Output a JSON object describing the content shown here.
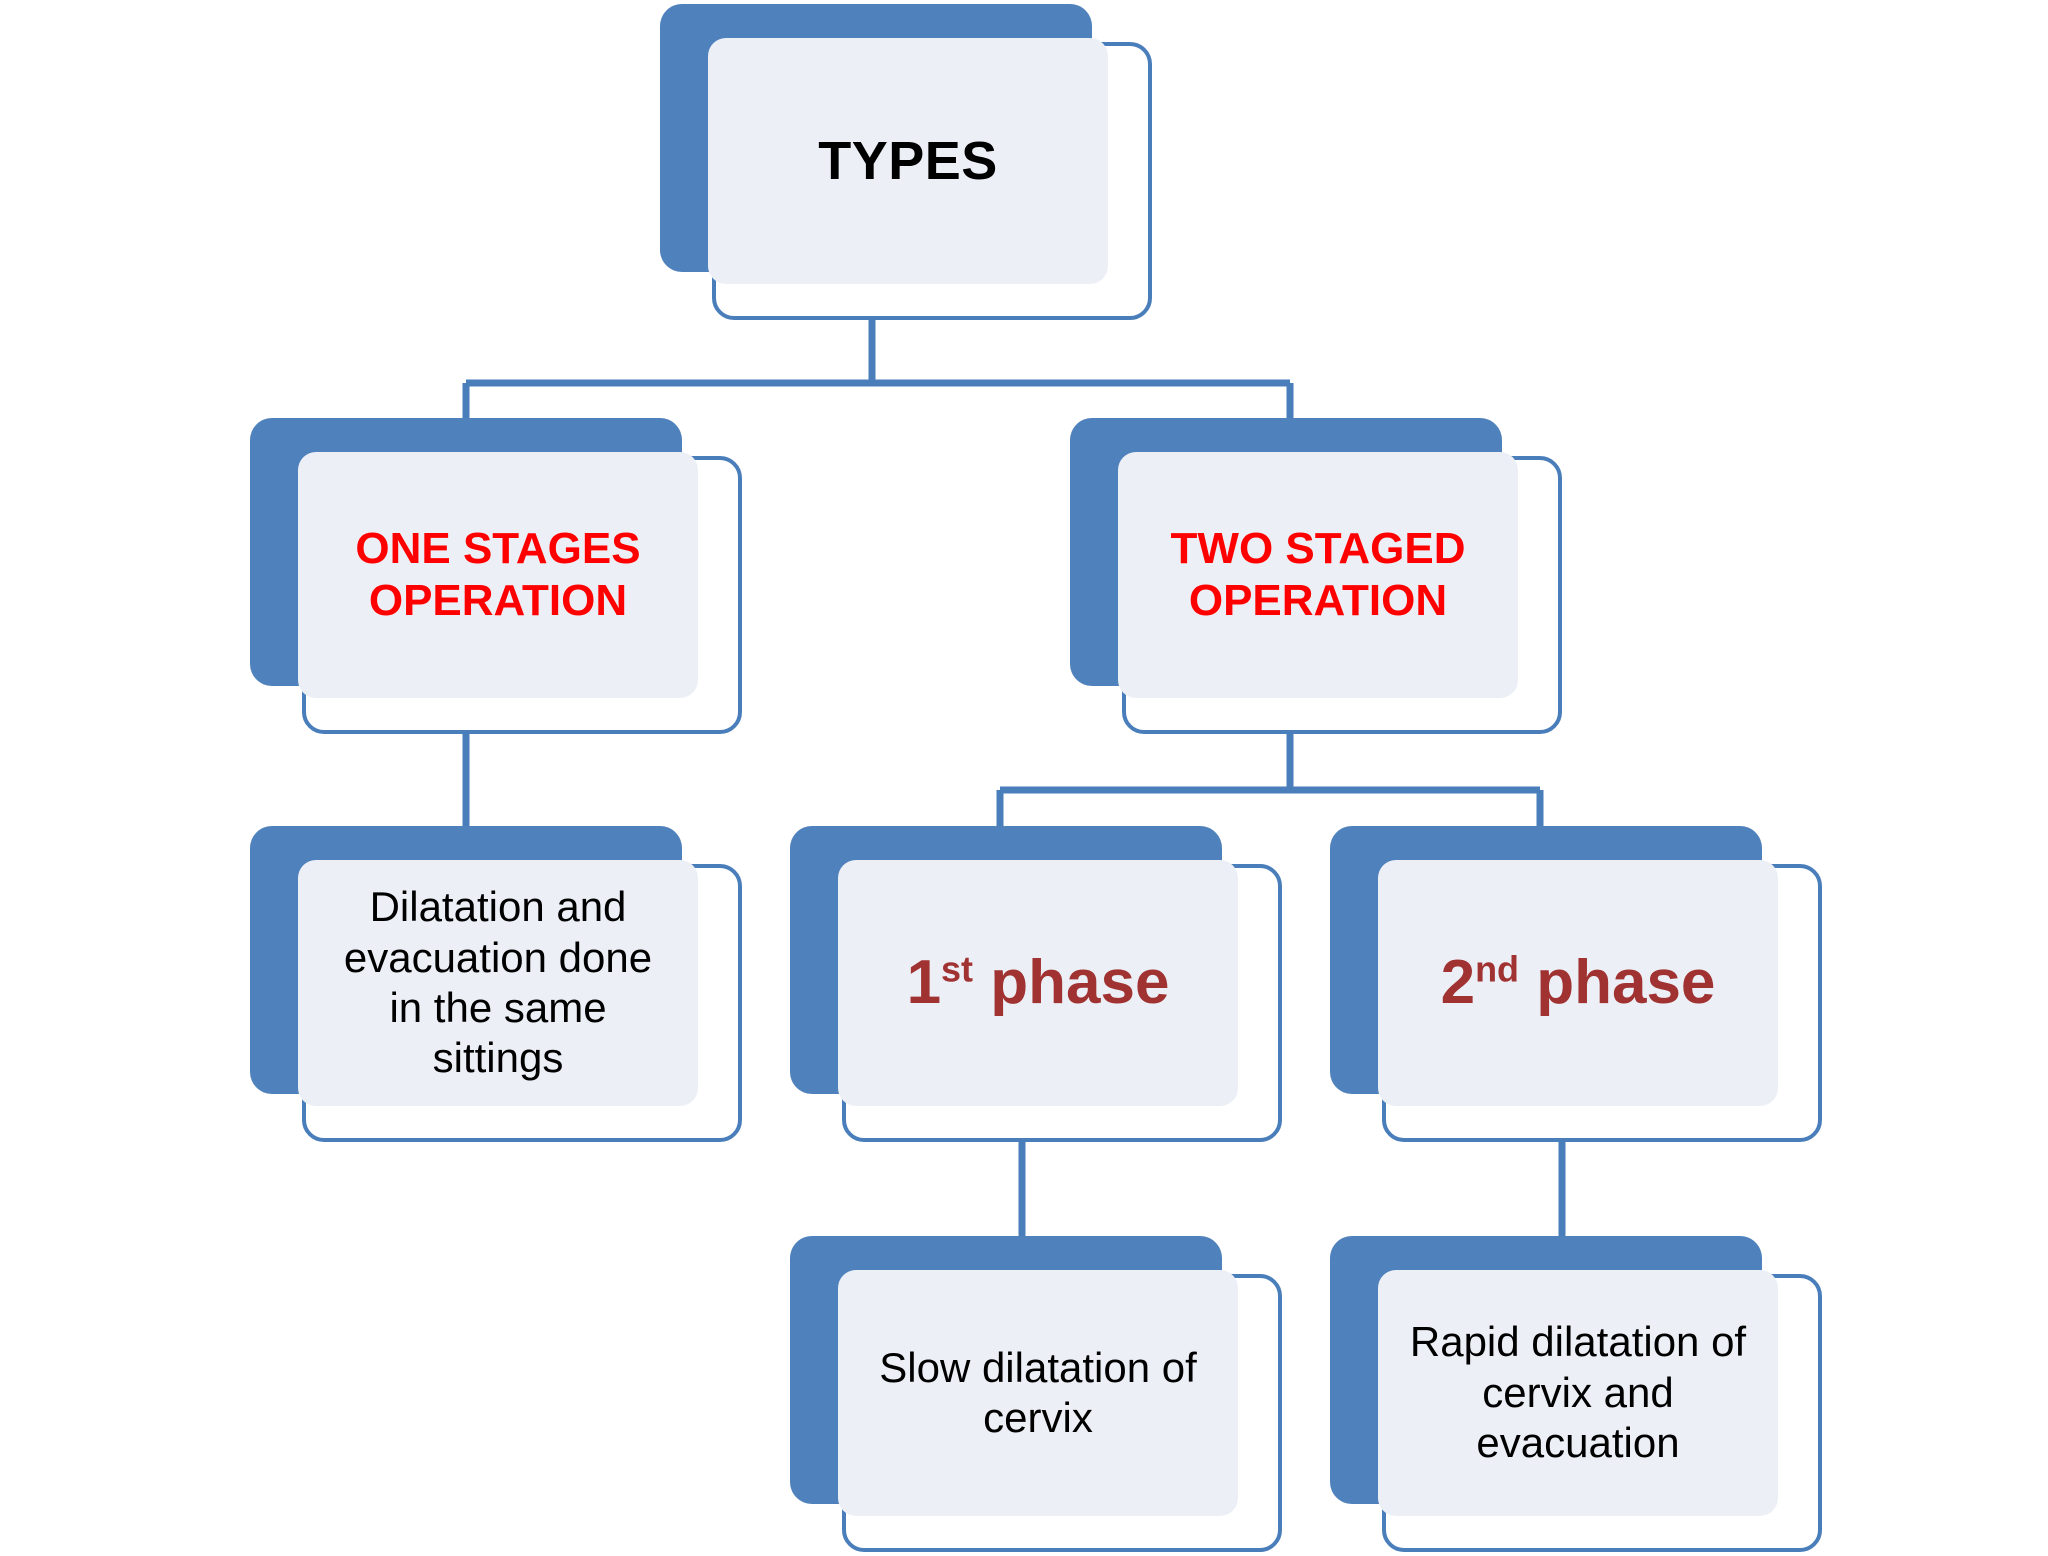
{
  "diagram": {
    "title": "TYPES flowchart",
    "colors": {
      "plate_blue": "#4F81BD",
      "frame_border": "#4A7EBB",
      "panel_fill": "#ECF0F6",
      "connector": "#4A7EBB",
      "text_black": "#000000",
      "text_red": "#FF0000",
      "text_maroon": "#A03232",
      "background": "#FFFFFF"
    },
    "nodes": {
      "root": {
        "id": "types",
        "label": "TYPES",
        "level": 0
      },
      "one_stage": {
        "id": "one-stages-operation",
        "label": "ONE STAGES\nOPERATION",
        "level": 1
      },
      "two_stage": {
        "id": "two-staged-operation",
        "label": "TWO STAGED\nOPERATION",
        "level": 1
      },
      "one_stage_detail": {
        "id": "dilatation-evacuation-same-sittings",
        "label": "Dilatation and\nevacuation done\nin the same\nsittings",
        "level": 2
      },
      "phase1": {
        "id": "first-phase",
        "label_main": "1",
        "label_sup": "st",
        "label_rest": " phase",
        "level": 2
      },
      "phase2": {
        "id": "second-phase",
        "label_main": "2",
        "label_sup": "nd",
        "label_rest": " phase",
        "level": 2
      },
      "phase1_detail": {
        "id": "slow-dilatation-of-cervix",
        "label": "Slow dilatation of\ncervix",
        "level": 3
      },
      "phase2_detail": {
        "id": "rapid-dilatation-cervix-evacuation",
        "label": "Rapid dilatation of\ncervix and\nevacuation",
        "level": 3
      }
    },
    "edges": [
      {
        "from": "types",
        "to": "one-stages-operation"
      },
      {
        "from": "types",
        "to": "two-staged-operation"
      },
      {
        "from": "one-stages-operation",
        "to": "dilatation-evacuation-same-sittings"
      },
      {
        "from": "two-staged-operation",
        "to": "first-phase"
      },
      {
        "from": "two-staged-operation",
        "to": "second-phase"
      },
      {
        "from": "first-phase",
        "to": "slow-dilatation-of-cervix"
      },
      {
        "from": "second-phase",
        "to": "rapid-dilatation-cervix-evacuation"
      }
    ]
  }
}
